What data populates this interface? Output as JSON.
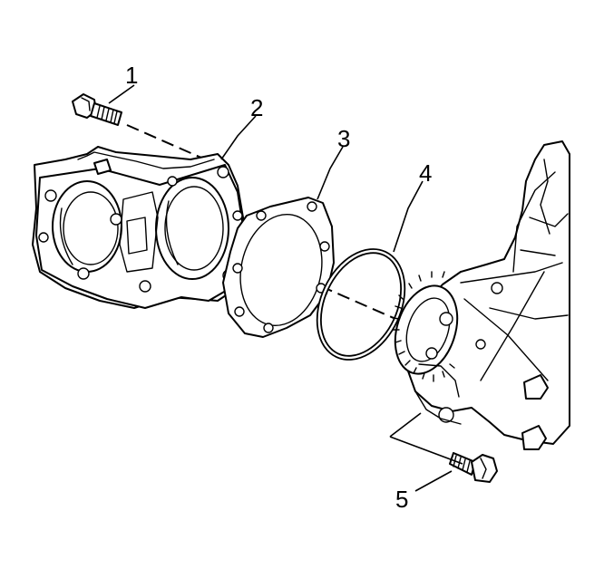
{
  "callouts": [
    {
      "id": "1",
      "label": "1",
      "part": "bolt"
    },
    {
      "id": "2",
      "label": "2",
      "part": "adapter-housing"
    },
    {
      "id": "3",
      "label": "3",
      "part": "gasket"
    },
    {
      "id": "4",
      "label": "4",
      "part": "o-ring"
    },
    {
      "id": "5",
      "label": "5",
      "part": "bolt"
    }
  ]
}
